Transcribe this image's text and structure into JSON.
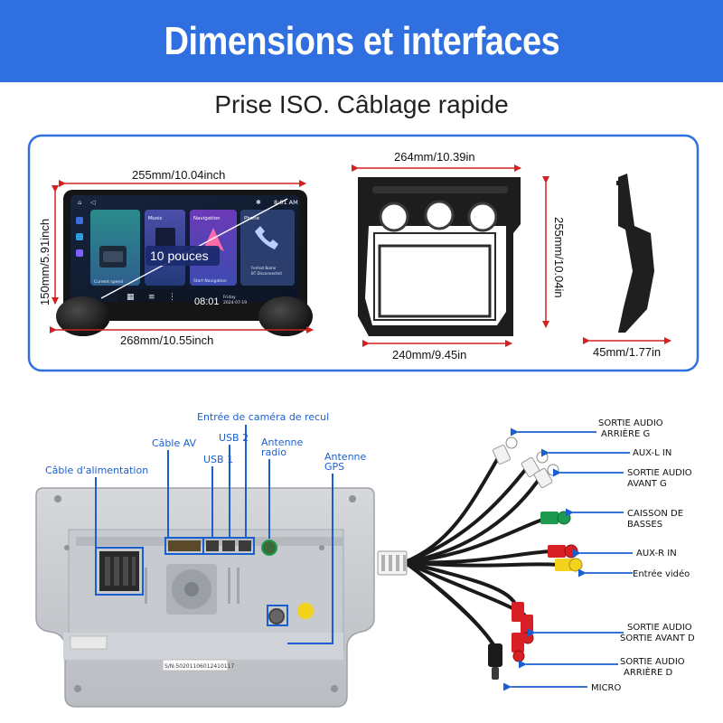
{
  "title": "Dimensions et interfaces",
  "subtitle": "Prise ISO. Câblage rapide",
  "dimensions": {
    "unit_width": "255mm/10.04inch",
    "unit_height": "150mm/5.91inch",
    "unit_bottom_width": "268mm/10.55inch",
    "screen_size": "10 pouces",
    "frame_width_top": "264mm/10.39in",
    "frame_height": "255mm/10.04in",
    "frame_width_bottom": "240mm/9.45in",
    "depth": "45mm/1.77in"
  },
  "screen": {
    "apps": [
      "Music",
      "Navigation",
      "Phone"
    ],
    "time": "08:01",
    "status_time": "8:01 AM",
    "date_line1": "Friday",
    "date_line2": "2024-07-19",
    "widget_label": "Current speed",
    "nav_button": "Start Navigation",
    "phone_line1": "Format Name",
    "phone_line2": "BT Disconnected"
  },
  "ports": {
    "power": "Câble d'alimentation",
    "av": "Câble AV",
    "usb1": "USB 1",
    "usb2": "USB 2",
    "camera": "Entrée de caméra de recul",
    "radio_line1": "Antenne",
    "radio_line2": "radio",
    "gps_line1": "Antenne",
    "gps_line2": "GPS",
    "serial": "S/N:50201106012410117"
  },
  "rca": {
    "rear_left_line1": "SORTIE AUDIO",
    "rear_left_line2": "ARRIÈRE G",
    "aux_left": "AUX-L IN",
    "front_left_line1": "SORTIE AUDIO",
    "front_left_line2": "AVANT G",
    "sub_line1": "CAISSON DE",
    "sub_line2": "BASSES",
    "aux_right": "AUX-R IN",
    "video_in": "Entrée vidéo",
    "front_right_line1": "SORTIE AUDIO",
    "front_right_line2": "SORTIE AVANT D",
    "rear_right_line1": "SORTIE AUDIO",
    "rear_right_line2": "ARRIÈRE D",
    "mic": "MICRO"
  },
  "colors": {
    "banner": "#2f6fe0",
    "callout_blue": "#1a5fd0",
    "dimension_red": "#d42020",
    "rca_white": "#f2f2f2",
    "rca_red": "#d81f26",
    "rca_green": "#1e9a4e",
    "rca_yellow": "#f2d21a"
  }
}
